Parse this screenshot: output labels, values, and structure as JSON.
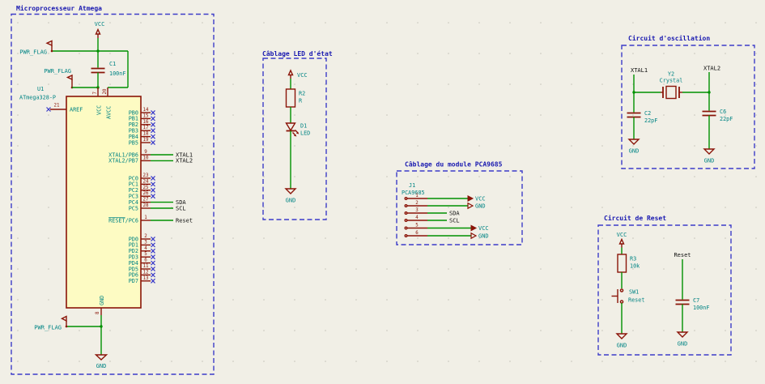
{
  "colors": {
    "background": "#F1EFE6",
    "grid_dot": "#C6C4BA",
    "section_border": "#3C3CC8",
    "title_text": "#1818B0",
    "component": "#8A1408",
    "wire": "#009100",
    "net_label": "#008484",
    "local_label": "#101010",
    "pin_number": "#8A1408",
    "chip_fill": "#FDFBC3",
    "noconnect": "#3A3AC8"
  },
  "titles": {
    "mcu": "Microprocesseur Atmega",
    "led": "Câblage LED d'état",
    "pca": "Câblage du module PCA9685",
    "osc": "Circuit d'oscillation",
    "reset": "Circuit de Reset"
  },
  "mcu": {
    "refdes": "U1",
    "value": "ATmega328-P",
    "vcc_label": "VCC",
    "pwr_flag_top": "PWR_FLAG",
    "pwr_flag_mid": "PWR_FLAG",
    "pwr_flag_bottom": "PWR_FLAG",
    "c1_ref": "C1",
    "c1_val": "100nF",
    "gnd_label": "GND",
    "pin7": {
      "num": "7",
      "name": "VCC"
    },
    "pin20": {
      "num": "20",
      "name": "AVCC"
    },
    "pin21": {
      "num": "21",
      "name": "AREF"
    },
    "pin8": {
      "num": "8",
      "name": "GND"
    },
    "right_pin_groups": [
      {
        "pins": [
          {
            "num": "14",
            "name": "PB0",
            "nc": true
          },
          {
            "num": "15",
            "name": "PB1",
            "nc": true
          },
          {
            "num": "16",
            "name": "PB2",
            "nc": true
          },
          {
            "num": "17",
            "name": "PB3",
            "nc": true
          },
          {
            "num": "18",
            "name": "PB4",
            "nc": true
          },
          {
            "num": "19",
            "name": "PB5",
            "nc": true
          }
        ]
      },
      {
        "pins": [
          {
            "num": "9",
            "name": "XTAL1/PB6",
            "label": "XTAL1"
          },
          {
            "num": "10",
            "name": "XTAL2/PB7",
            "label": "XTAL2"
          }
        ]
      },
      {
        "pins": [
          {
            "num": "23",
            "name": "PC0",
            "nc": true
          },
          {
            "num": "24",
            "name": "PC1",
            "nc": true
          },
          {
            "num": "25",
            "name": "PC2",
            "nc": true
          },
          {
            "num": "26",
            "name": "PC3",
            "nc": true
          },
          {
            "num": "27",
            "name": "PC4",
            "label": "SDA"
          },
          {
            "num": "28",
            "name": "PC5",
            "label": "SCL"
          }
        ]
      },
      {
        "pins": [
          {
            "num": "1",
            "name": "RESET/PC6",
            "label": "Reset",
            "overline": true
          }
        ]
      },
      {
        "pins": [
          {
            "num": "2",
            "name": "PD0",
            "nc": true
          },
          {
            "num": "3",
            "name": "PD1",
            "nc": true
          },
          {
            "num": "4",
            "name": "PD2",
            "nc": true
          },
          {
            "num": "5",
            "name": "PD3",
            "nc": true
          },
          {
            "num": "6",
            "name": "PD4",
            "nc": true
          },
          {
            "num": "11",
            "name": "PD5",
            "nc": true
          },
          {
            "num": "12",
            "name": "PD6",
            "nc": true
          },
          {
            "num": "13",
            "name": "PD7",
            "nc": true
          }
        ]
      }
    ]
  },
  "led": {
    "vcc": "VCC",
    "r_ref": "R2",
    "r_val": "R",
    "d_ref": "D1",
    "d_val": "LED",
    "gnd": "GND"
  },
  "pca": {
    "refdes": "J1",
    "value": "PCA9685",
    "rows": [
      {
        "num": "1",
        "label": "VCC",
        "type": "power"
      },
      {
        "num": "2",
        "label": "GND",
        "type": "power_open"
      },
      {
        "num": "3",
        "label": "SDA",
        "type": "local"
      },
      {
        "num": "4",
        "label": "SCL",
        "type": "local"
      },
      {
        "num": "5",
        "label": "VCC",
        "type": "power"
      },
      {
        "num": "6",
        "label": "GND",
        "type": "power_open"
      }
    ]
  },
  "osc": {
    "xtal1": "XTAL1",
    "xtal2": "XTAL2",
    "y_ref": "Y2",
    "y_val": "Crystal",
    "c_left_ref": "C2",
    "c_left_val": "22pF",
    "c_right_ref": "C6",
    "c_right_val": "22pF",
    "gnd_left": "GND",
    "gnd_right": "GND"
  },
  "reset": {
    "vcc": "VCC",
    "r_ref": "R3",
    "r_val": "10k",
    "sw_ref": "SW1",
    "sw_val": "Reset",
    "net_label": "Reset",
    "c_ref": "C7",
    "c_val": "100nF",
    "gnd_left": "GND",
    "gnd_right": "GND"
  }
}
